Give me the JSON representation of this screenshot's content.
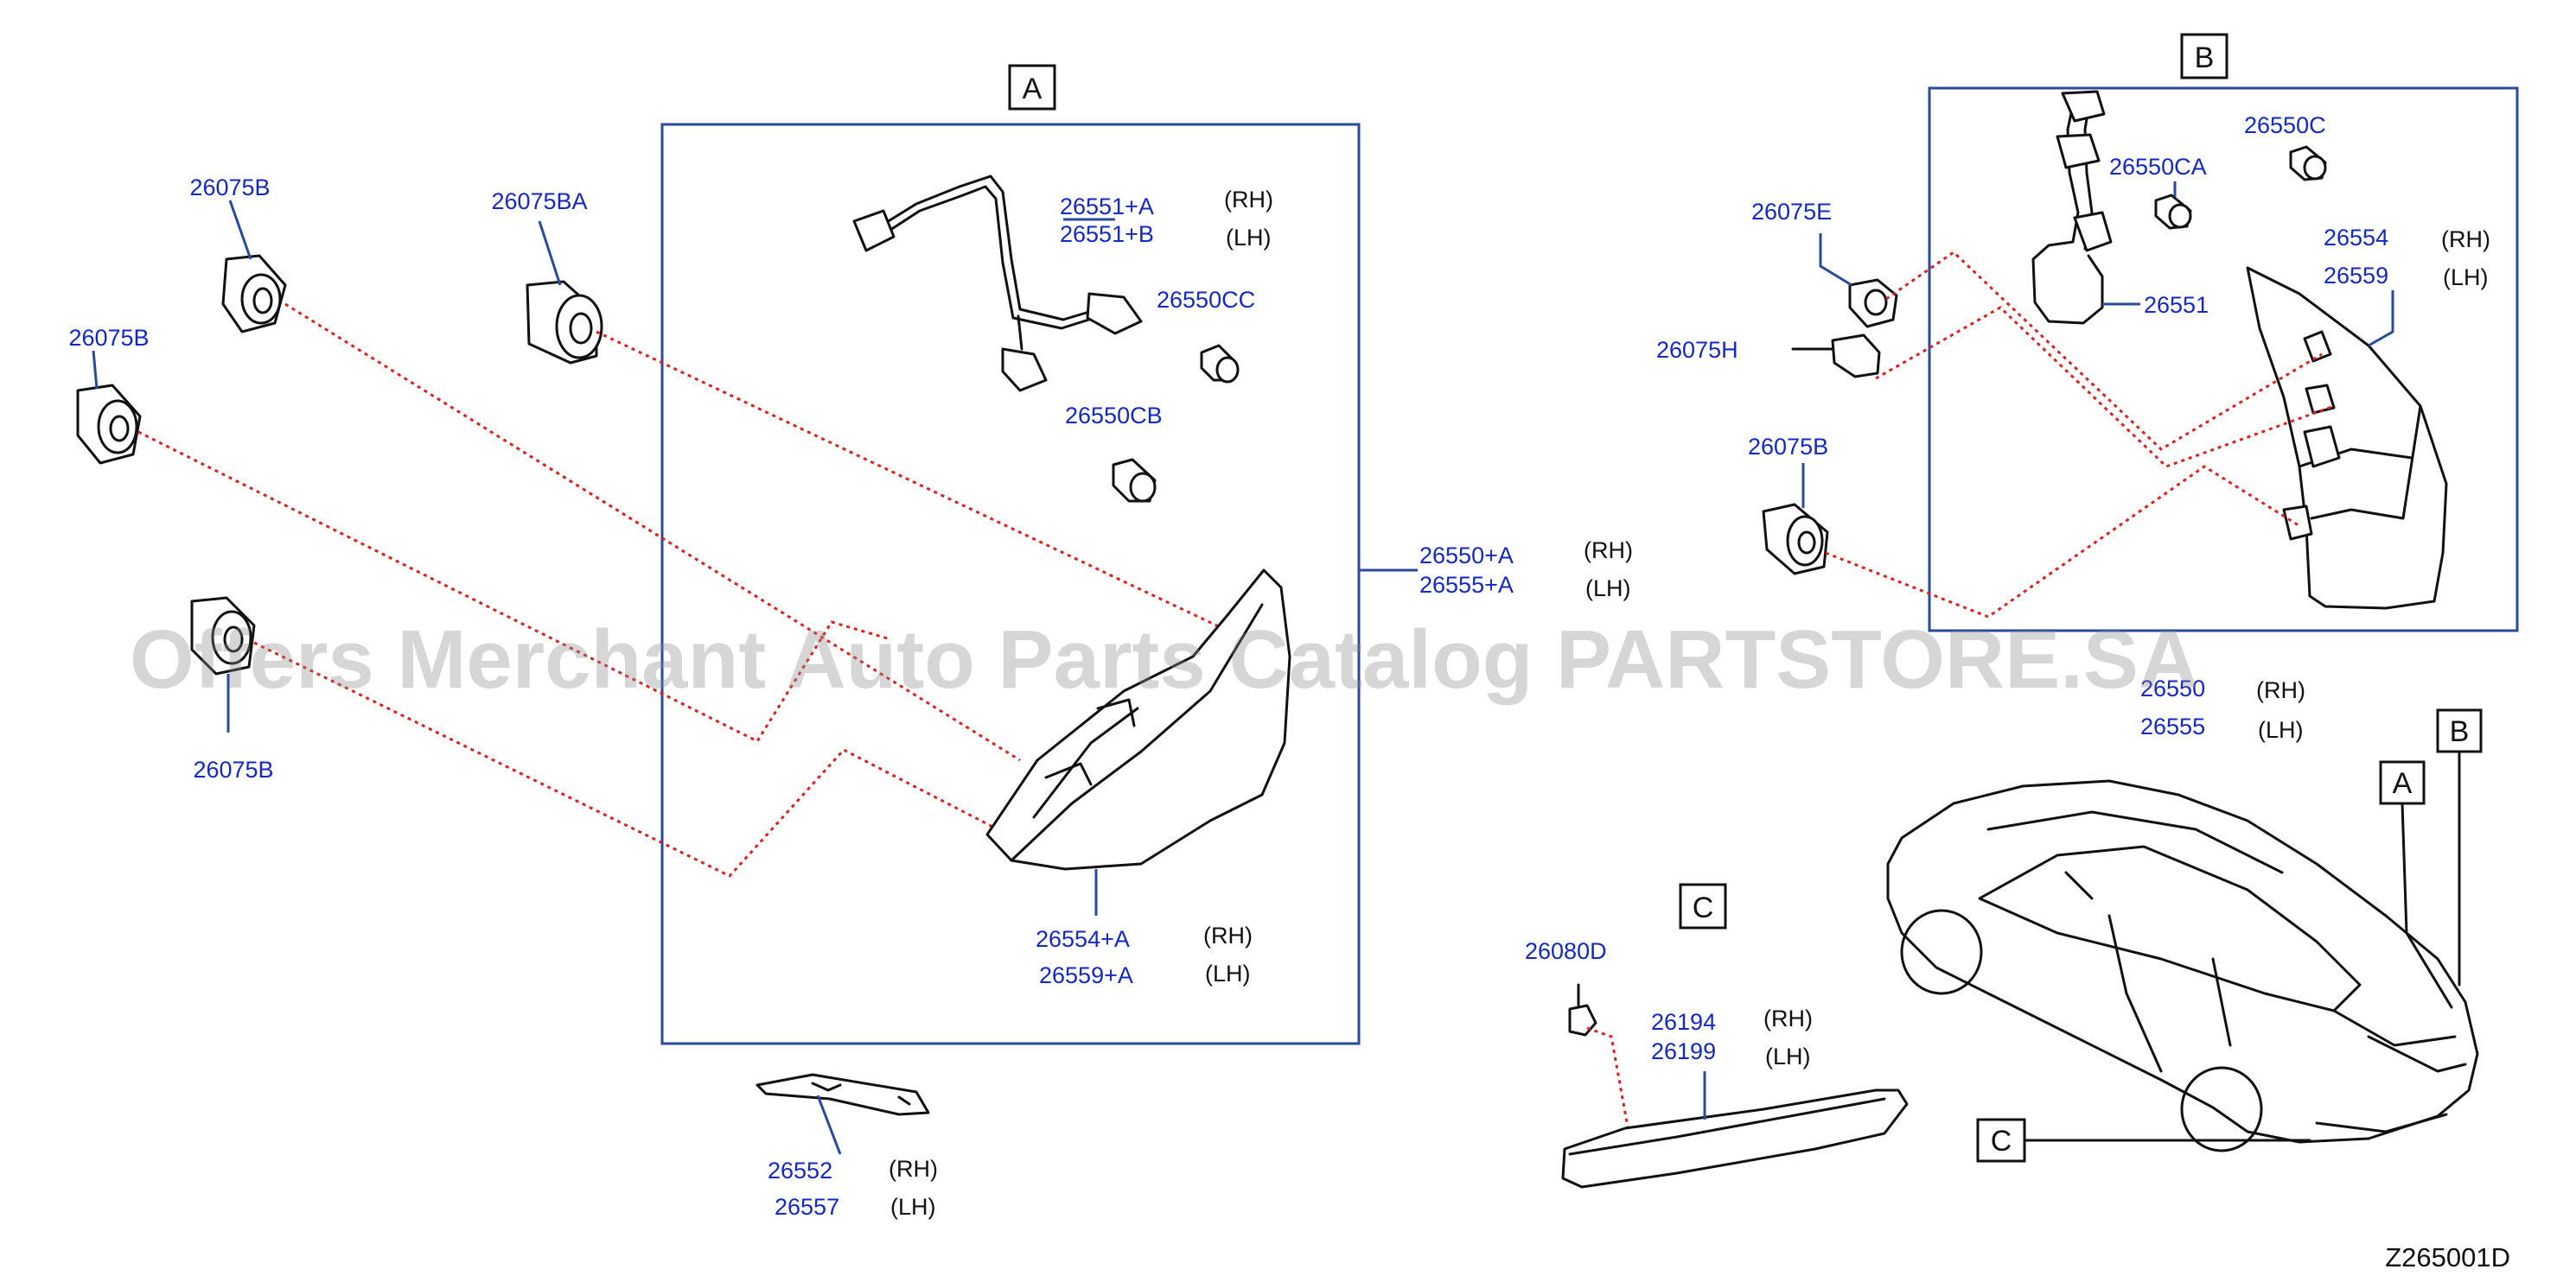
{
  "diagram_ref": "Z265001D",
  "watermark": "Offers Merchant Auto Parts Catalog PARTSTORE.SA",
  "box_labels": {
    "a": "A",
    "b": "B",
    "c": "C"
  },
  "parts": {
    "n26075b_top": "26075B",
    "n26075ba": "26075BA",
    "n26075b_left": "26075B",
    "n26075b_bottom": "26075B",
    "a_harness_rh": "26551+A",
    "a_harness_lh": "26551+B",
    "a_harness_rh_side": "(RH)",
    "a_harness_lh_side": "(LH)",
    "n26550cc": "26550CC",
    "n26550cb": "26550CB",
    "a_assy_rh": "26550+A",
    "a_assy_lh": "26555+A",
    "a_assy_rh_side": "(RH)",
    "a_assy_lh_side": "(LH)",
    "a_lens_rh": "26554+A",
    "a_lens_lh": "26559+A",
    "a_lens_rh_side": "(RH)",
    "a_lens_lh_side": "(LH)",
    "n26552": "26552",
    "n26557": "26557",
    "n26552_side": "(RH)",
    "n26557_side": "(LH)",
    "n26075e": "26075E",
    "n26075h": "26075H",
    "b_26075b": "26075B",
    "n26550ca": "26550CA",
    "n26550c": "26550C",
    "n26551": "26551",
    "b_lens_rh": "26554",
    "b_lens_lh": "26559",
    "b_lens_rh_side": "(RH)",
    "b_lens_lh_side": "(LH)",
    "b_assy_rh": "26550",
    "b_assy_lh": "26555",
    "b_assy_rh_side": "(RH)",
    "b_assy_lh_side": "(LH)",
    "n26080d": "26080D",
    "n26194": "26194",
    "n26199": "26199",
    "n26194_side": "(RH)",
    "n26199_side": "(LH)"
  },
  "colors": {
    "part_number": "#1428c8",
    "frame": "#2a4a9a",
    "dotted_line": "#e02020",
    "watermark": "#8a8a8a"
  }
}
